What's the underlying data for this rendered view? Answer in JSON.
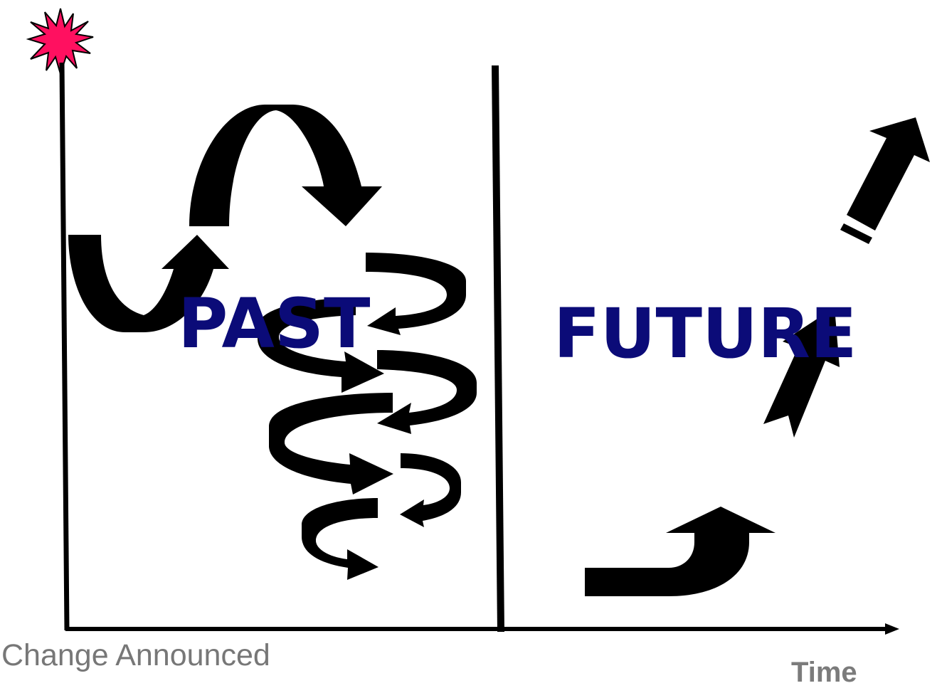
{
  "labels": {
    "past": "PAST",
    "future": "FUTURE",
    "time": "Time",
    "change_announced": "Change Announced"
  },
  "colors": {
    "label": "#0b0b78",
    "burst": "#ff1060",
    "arrows": "#000000",
    "axis": "#000000",
    "time_text": "#7b7b7b",
    "change_text": "#777777"
  },
  "icons": {
    "start_marker": "starburst-icon",
    "past_arrows": "swirling-arrows-icon",
    "future_arrows": "upward-arrows-icon"
  }
}
